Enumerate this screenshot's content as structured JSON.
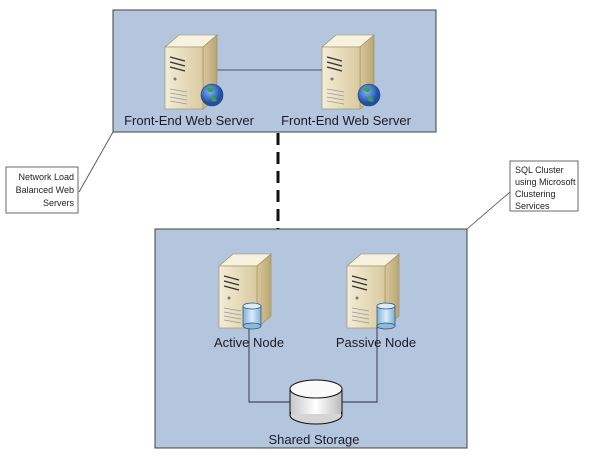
{
  "colors": {
    "group_fill": "#b4c6dd",
    "group_stroke": "#404040",
    "server_body": "#e8dcc0",
    "db_fill": "#a9cdea",
    "link": "#2a2a40"
  },
  "web_tier": {
    "servers": [
      {
        "label": "Front-End Web Server",
        "icon": "web-server-globe-icon"
      },
      {
        "label": "Front-End Web Server",
        "icon": "web-server-globe-icon"
      }
    ],
    "callout": [
      "Network Load",
      "Balanced Web",
      "Servers"
    ]
  },
  "sql_tier": {
    "nodes": [
      {
        "label": "Active Node",
        "icon": "database-server-icon"
      },
      {
        "label": "Passive Node",
        "icon": "database-server-icon"
      }
    ],
    "storage": {
      "label": "Shared Storage",
      "icon": "disk-storage-icon"
    },
    "callout": [
      "SQL Cluster",
      "using Microsoft",
      "Clustering",
      "Services"
    ]
  }
}
